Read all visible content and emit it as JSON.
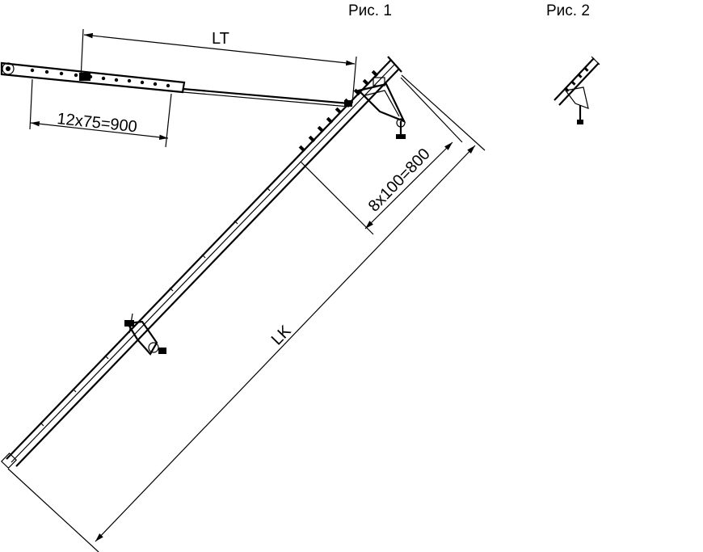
{
  "captions": {
    "fig1": "Рис. 1",
    "fig2": "Рис. 2"
  },
  "dimensions": {
    "tie_length": "LT",
    "tie_holes": "12x75=900",
    "console_holes": "8x100=800",
    "console_length": "LK"
  }
}
